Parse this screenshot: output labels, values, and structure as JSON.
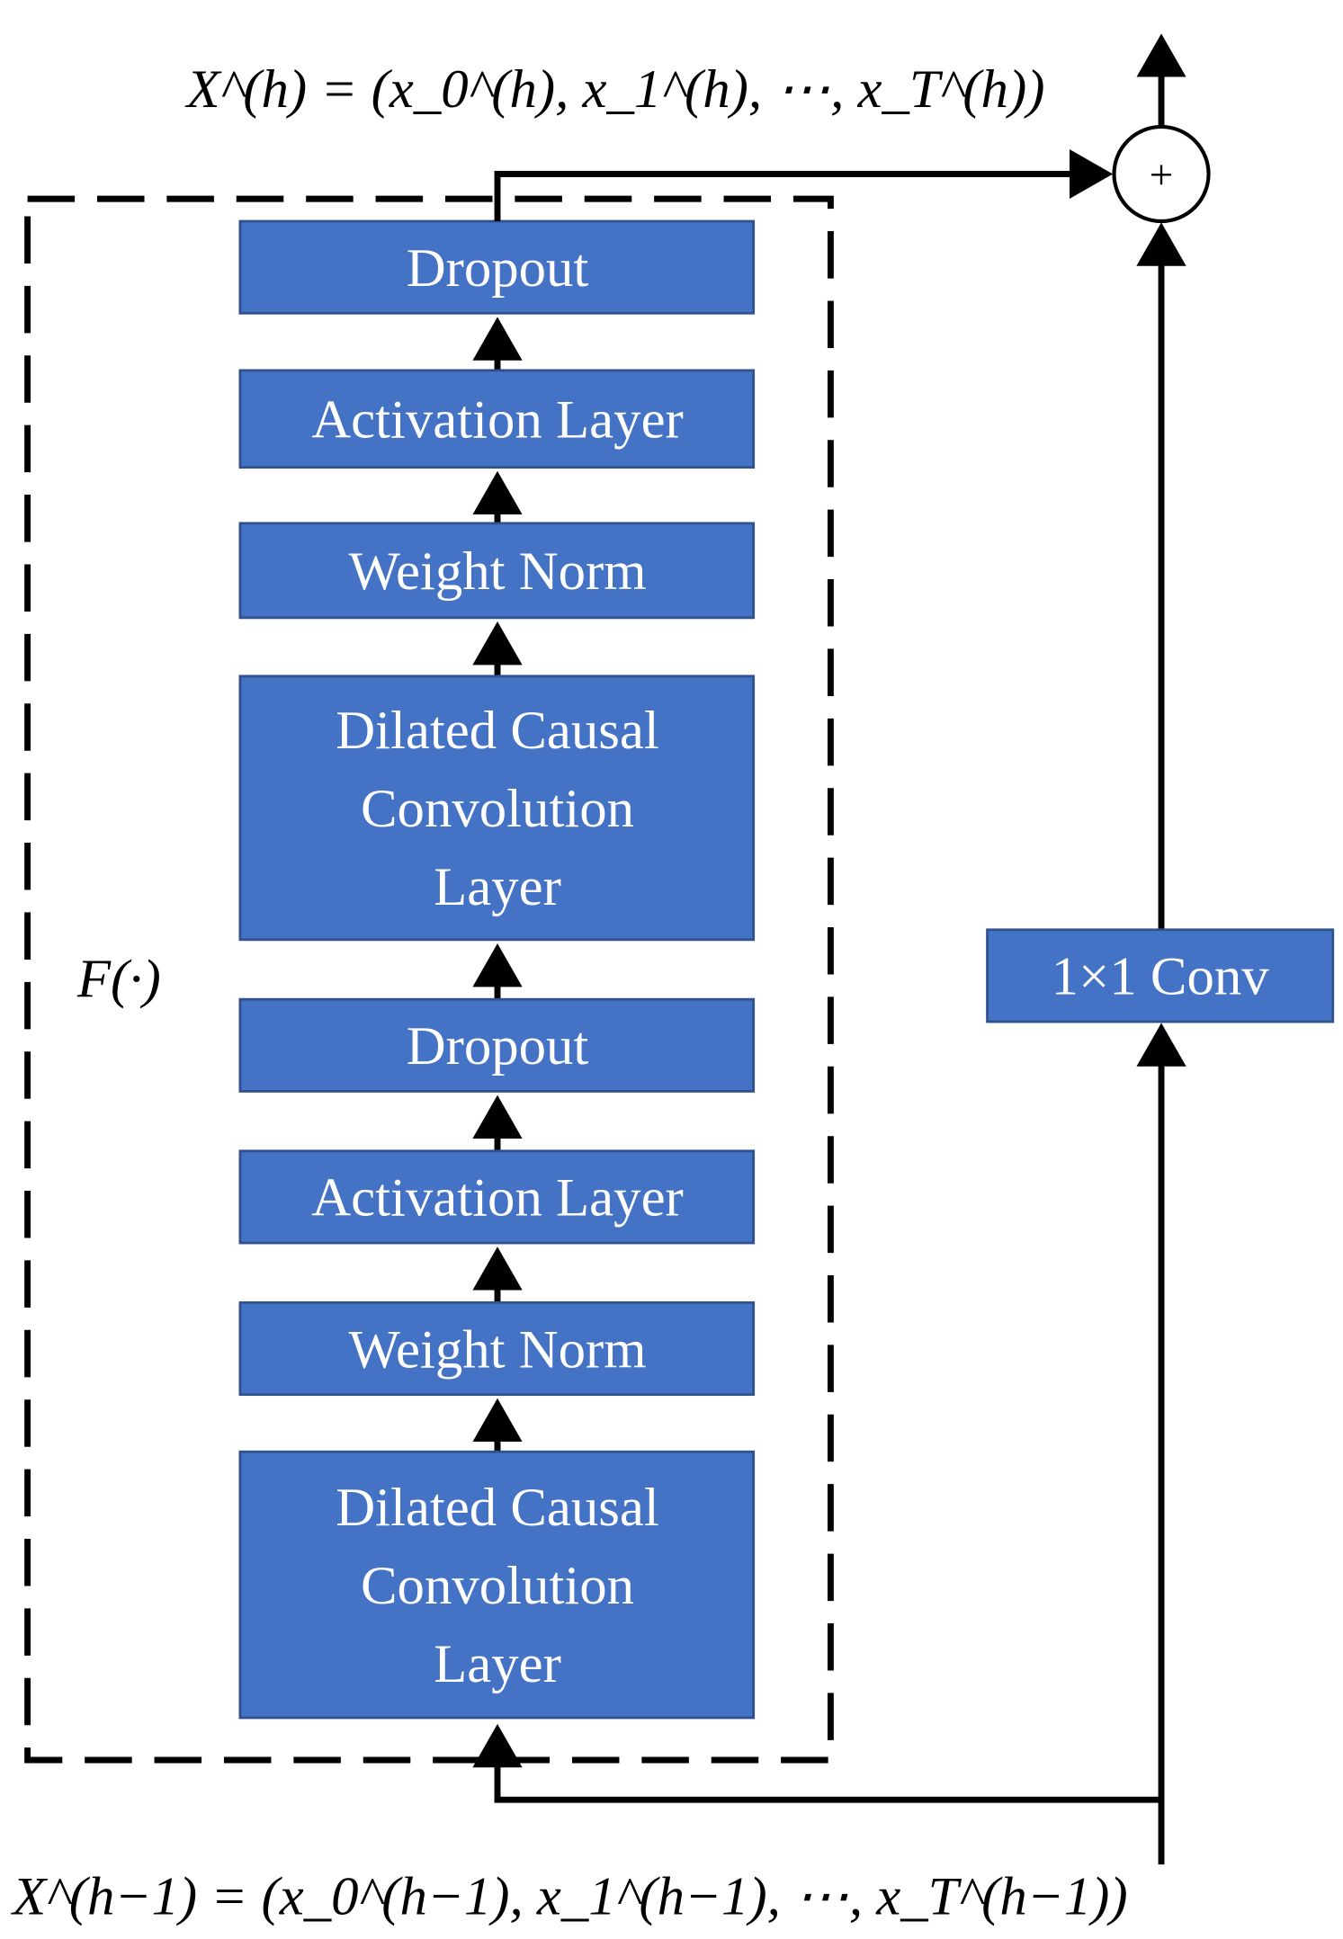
{
  "output_label": "X^(h) = (x_0^(h), x_1^(h), ⋯, x_T^(h))",
  "input_label": "X^(h−1) = (x_0^(h−1), x_1^(h−1), ⋯, x_T^(h−1))",
  "function_label": "F(·)",
  "conv_label": "1×1 Conv",
  "plus_symbol": "+",
  "layers": [
    {
      "line1": "Dropout"
    },
    {
      "line1": "Activation Layer"
    },
    {
      "line1": "Weight Norm"
    },
    {
      "line1": "Dilated Causal",
      "line2": "Convolution",
      "line3": "Layer"
    },
    {
      "line1": "Dropout"
    },
    {
      "line1": "Activation Layer"
    },
    {
      "line1": "Weight Norm"
    },
    {
      "line1": "Dilated Causal",
      "line2": "Convolution",
      "line3": "Layer"
    }
  ],
  "colors": {
    "block_fill": "#4472C4",
    "block_border": "#2F528F"
  }
}
